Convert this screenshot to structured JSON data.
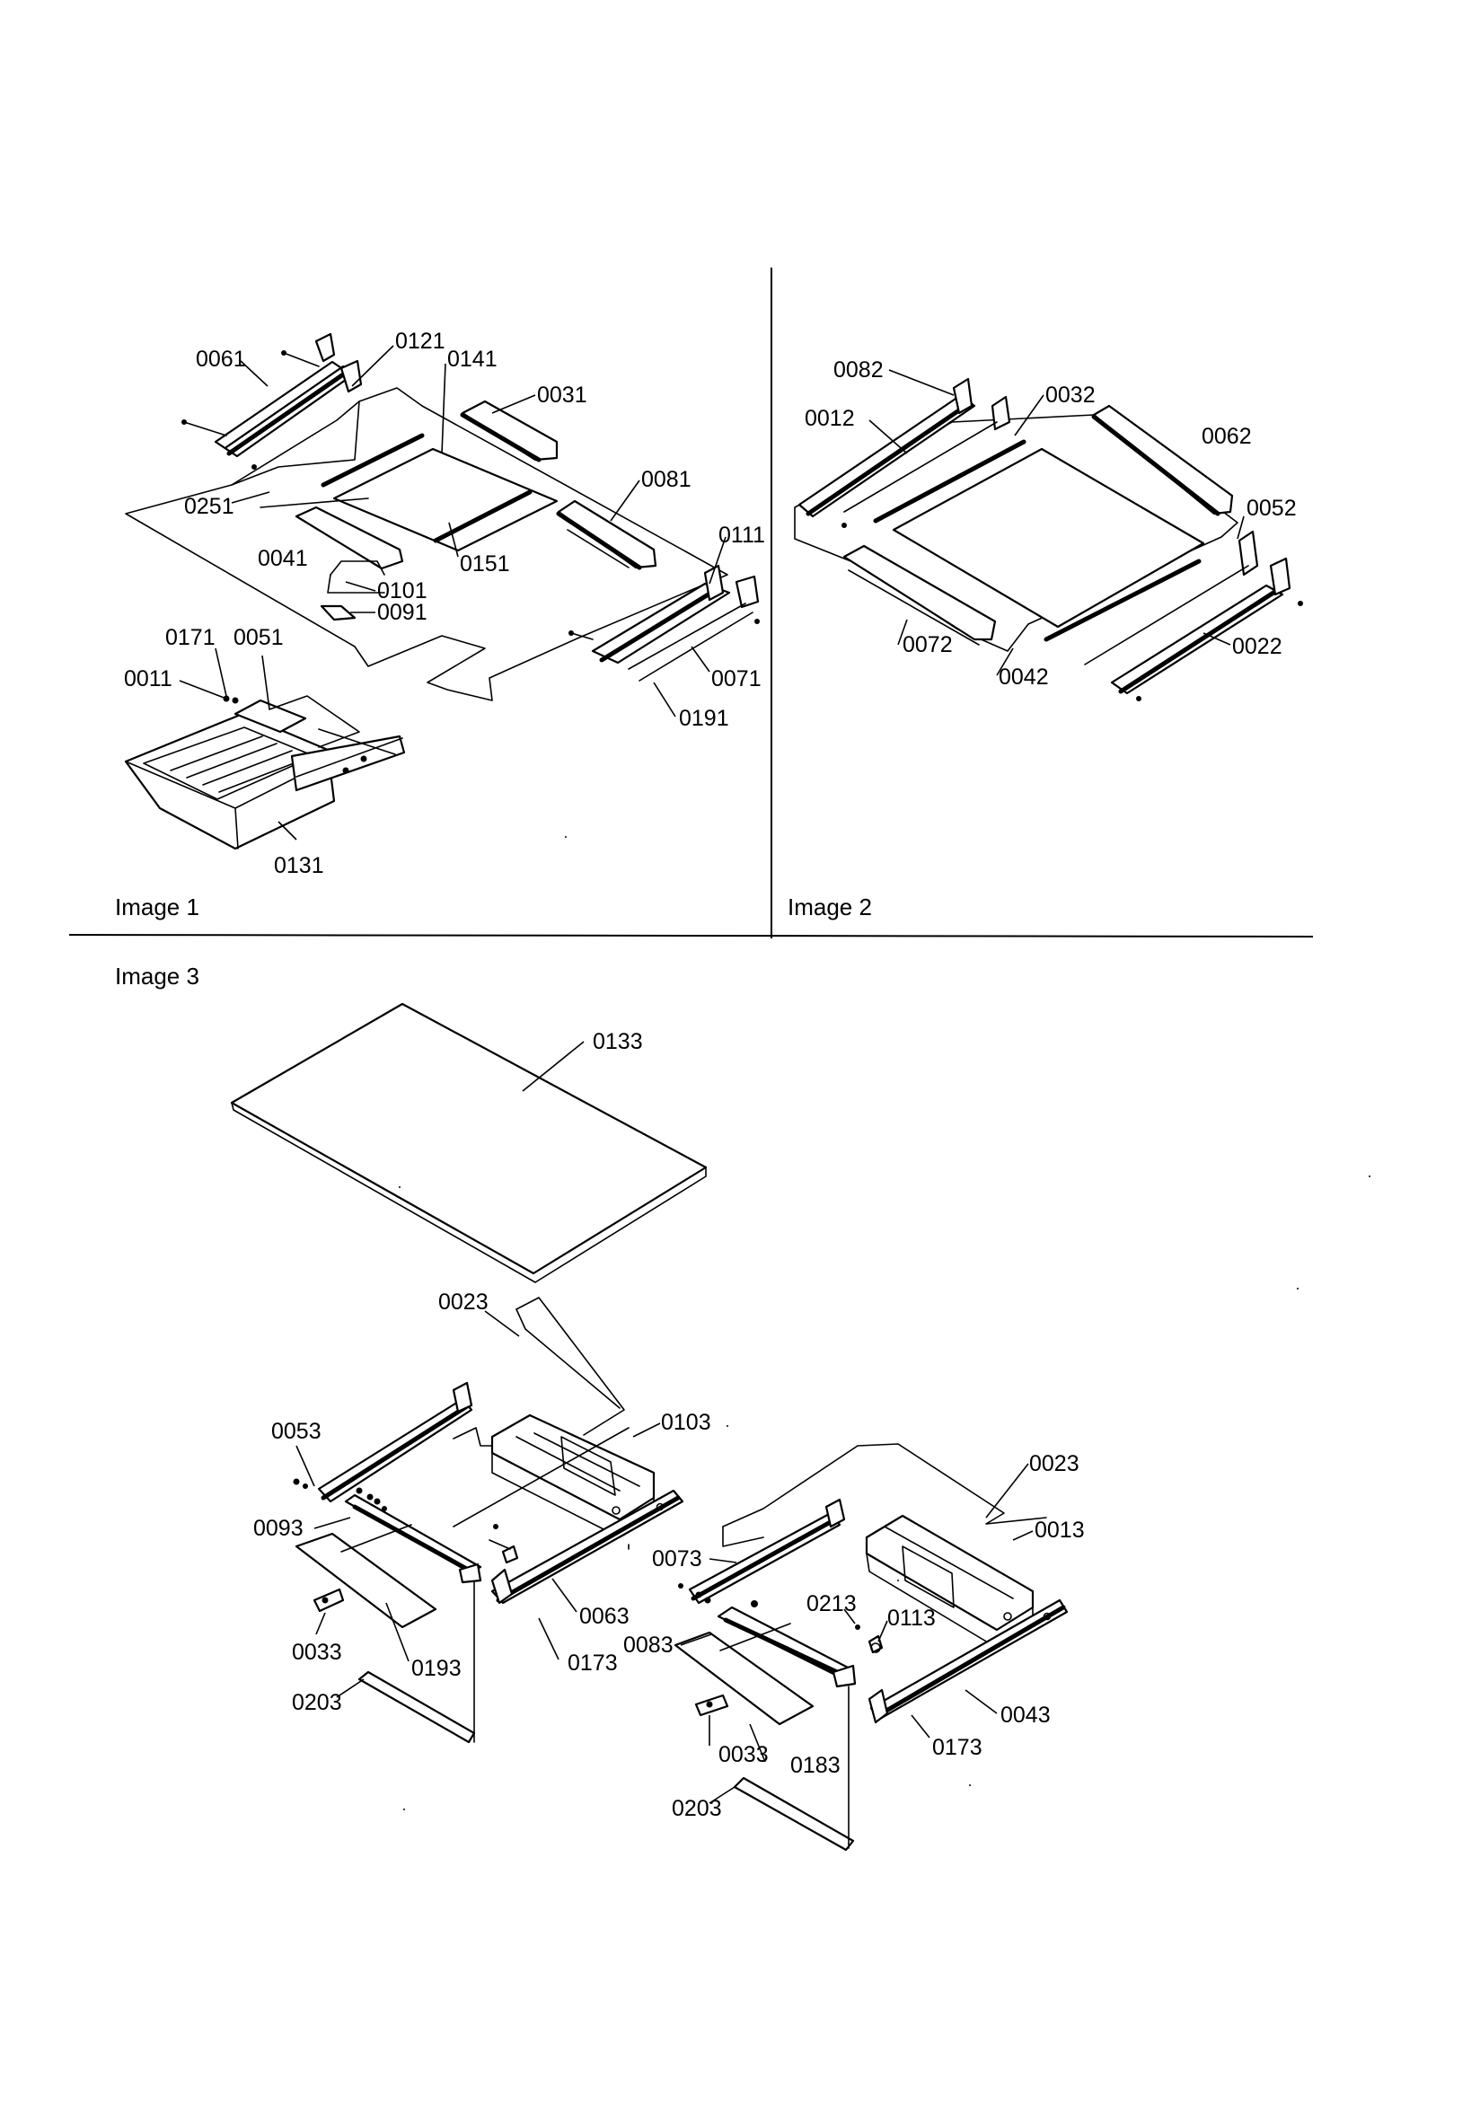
{
  "captions": {
    "image1": "Image 1",
    "image2": "Image 2",
    "image3": "Image 3"
  },
  "image1_labels": {
    "p0061": "0061",
    "p0121": "0121",
    "p0141": "0141",
    "p0031": "0031",
    "p0081": "0081",
    "p0251": "0251",
    "p0041": "0041",
    "p0151": "0151",
    "p0111": "0111",
    "p0101": "0101",
    "p0091": "0091",
    "p0171": "0171",
    "p0051": "0051",
    "p0011": "0011",
    "p0071": "0071",
    "p0191": "0191",
    "p0131": "0131"
  },
  "image2_labels": {
    "p0082": "0082",
    "p0032": "0032",
    "p0012": "0012",
    "p0062": "0062",
    "p0052": "0052",
    "p0072": "0072",
    "p0042": "0042",
    "p0022": "0022"
  },
  "image3_labels": {
    "p0133": "0133",
    "p0023a": "0023",
    "p0053": "0053",
    "p0103": "0103",
    "p0023b": "0023",
    "p0013": "0013",
    "p0093": "0093",
    "p0073": "0073",
    "p0063": "0063",
    "p0213": "0213",
    "p0113": "0113",
    "p0083": "0083",
    "p0033a": "0033",
    "p0193": "0193",
    "p0173a": "0173",
    "p0203a": "0203",
    "p0043": "0043",
    "p0173b": "0173",
    "p0033b": "0033",
    "p0183": "0183",
    "p0203b": "0203"
  }
}
